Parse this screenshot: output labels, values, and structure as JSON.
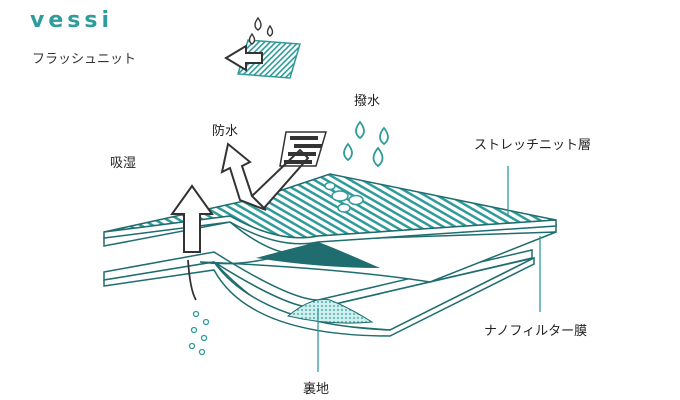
{
  "brand": {
    "logo_text": "vessi",
    "product_name": "フラッシュニット"
  },
  "labels": {
    "moisture_absorb": "吸湿",
    "waterproof": "防水",
    "water_repellent": "撥水",
    "stretch_knit_layer": "ストレッチニット層",
    "nano_filter_membrane": "ナノフィルター膜",
    "lining": "裏地"
  },
  "colors": {
    "accent": "#2f9b9b",
    "dark_teal": "#1f6d6f",
    "light_teal": "#c8ecec",
    "line": "#2f9b9b"
  },
  "icons": [
    "fabric-droplet-icon",
    "water-drop-icon",
    "up-arrow-icon",
    "down-arrow-icon"
  ]
}
